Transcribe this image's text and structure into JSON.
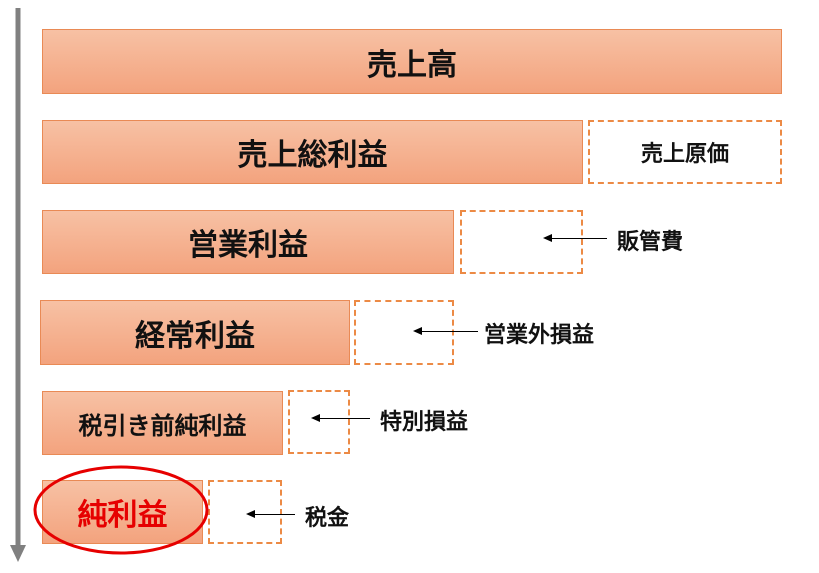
{
  "levels": [
    {
      "label": "売上高"
    },
    {
      "label": "売上総利益",
      "deduction": "売上原価"
    },
    {
      "label": "営業利益",
      "deduction": "販管費"
    },
    {
      "label": "経常利益",
      "deduction": "営業外損益"
    },
    {
      "label": "税引き前純利益",
      "deduction": "特別損益"
    },
    {
      "label": "純利益",
      "deduction": "税金"
    }
  ],
  "colors": {
    "box": "#f3a37e",
    "dashed": "#ec8a45",
    "highlight": "#e60000",
    "flow_arrow": "#808080"
  }
}
